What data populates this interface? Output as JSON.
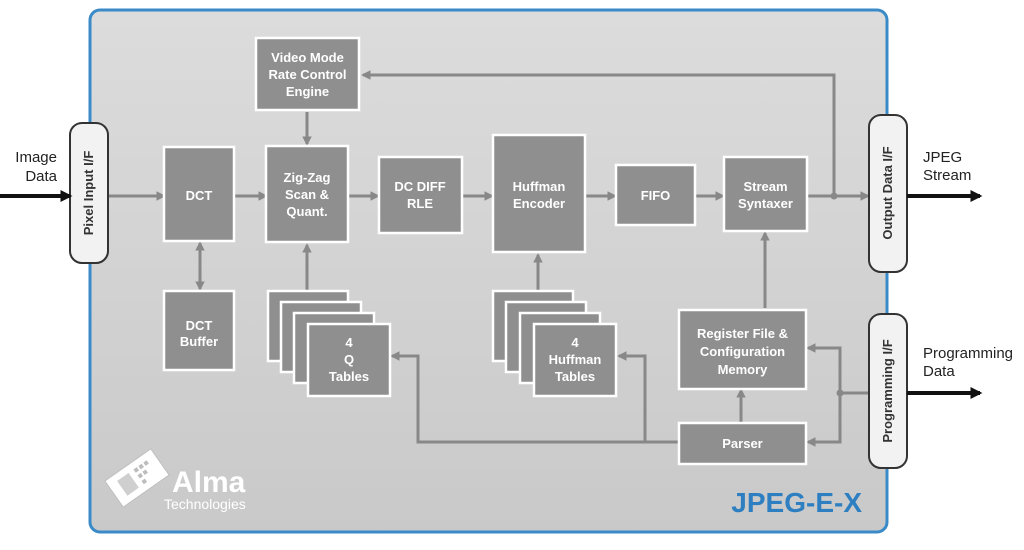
{
  "colors": {
    "panel_border": "#3a8ac8",
    "panel_fill": "#d3d3d3",
    "block_fill": "#8f8f8f",
    "block_border": "#ffffff",
    "arrow": "#888888",
    "io_arrow": "#111111",
    "title": "#2e7fc1"
  },
  "title": "JPEG-E-X",
  "logo": {
    "name": "Alma",
    "sub": "Technologies"
  },
  "interfaces": {
    "pixel_input": "Pixel Input I/F",
    "output_data": "Output Data I/F",
    "programming": "Programming I/F"
  },
  "external": {
    "image_data": [
      "Image",
      "Data"
    ],
    "jpeg_stream": [
      "JPEG",
      "Stream"
    ],
    "programming_data": [
      "Programming",
      "Data"
    ]
  },
  "blocks": {
    "video_mode": [
      "Video Mode",
      "Rate Control",
      "Engine"
    ],
    "dct": [
      "DCT"
    ],
    "dct_buffer": [
      "DCT",
      "Buffer"
    ],
    "zigzag": [
      "Zig-Zag",
      "Scan &",
      "Quant."
    ],
    "q_tables": [
      "4",
      "Q",
      "Tables"
    ],
    "dc_diff": [
      "DC DIFF",
      "RLE"
    ],
    "huffman_encoder": [
      "Huffman",
      "Encoder"
    ],
    "huffman_tables": [
      "4",
      "Huffman",
      "Tables"
    ],
    "fifo": [
      "FIFO"
    ],
    "stream_syntaxer": [
      "Stream",
      "Syntaxer"
    ],
    "register_file": [
      "Register File &",
      "Configuration",
      "Memory"
    ],
    "parser": [
      "Parser"
    ]
  }
}
